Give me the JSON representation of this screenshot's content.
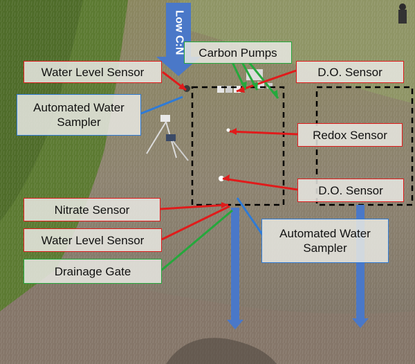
{
  "labels": {
    "water_level_sensor_top": "Water Level Sensor",
    "automated_water_sampler_left": "Automated Water\nSampler",
    "carbon_pumps": "Carbon Pumps",
    "do_sensor_top": "D.O. Sensor",
    "redox_sensor": "Redox Sensor",
    "do_sensor_bottom": "D.O. Sensor",
    "nitrate_sensor": "Nitrate Sensor",
    "water_level_sensor_bottom": "Water Level Sensor",
    "drainage_gate": "Drainage Gate",
    "automated_water_sampler_right": "Automated Water\nSampler",
    "low_cn": "Low C:N"
  },
  "colors": {
    "sensor_red": "#e01b1b",
    "sampler_blue": "#2f7bd6",
    "gate_green": "#25a83c",
    "flow_arrow_blue": "#4a78c8"
  }
}
